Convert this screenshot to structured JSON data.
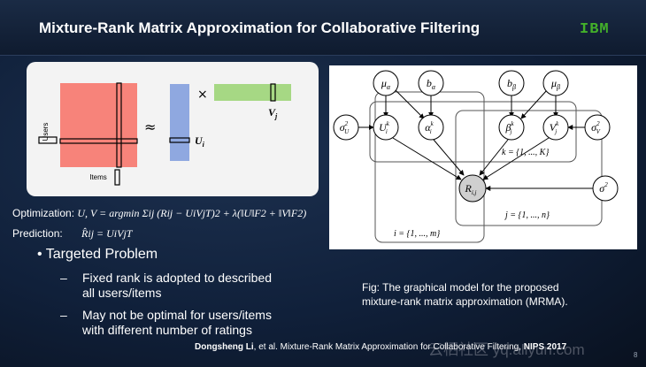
{
  "header": {
    "title": "Mixture-Rank Matrix Approximation for Collaborative Filtering",
    "logo": "IBM"
  },
  "diagram": {
    "users_label": "Users",
    "items_label": "Items",
    "approx_symbol": "≈",
    "times_symbol": "×",
    "ui_label": "U",
    "ui_sub": "i",
    "vj_label": "V",
    "vj_sub": "j",
    "colors": {
      "matrix": "#f7837a",
      "u": "#8fa8e0",
      "v": "#a6d884"
    }
  },
  "equations": {
    "optimization_label": "Optimization:",
    "optimization_formula": "U, V = argmin Σij (Rij − UiVjT)2 + λ(‖U‖F2 + ‖V‖F2)",
    "prediction_label": "Prediction:",
    "prediction_formula": "R̂ij = UiVjT"
  },
  "bullets": {
    "main": "Targeted Problem",
    "sub": [
      [
        "Fixed rank is adopted to described",
        "all users/items"
      ],
      [
        "May not be optimal for users/items",
        "with different number of ratings"
      ]
    ]
  },
  "graphical_model": {
    "nodes": {
      "mu_alpha": "μ",
      "mu_alpha_sub": "α",
      "b_alpha": "b",
      "b_alpha_sub": "α",
      "b_beta": "b",
      "b_beta_sub": "β",
      "mu_beta": "μ",
      "mu_beta_sub": "β",
      "sigma_u": "σ",
      "sigma_u_sub": "U",
      "sigma_u_sup": "2",
      "u_ik": "U",
      "u_ik_sub": "i",
      "u_ik_sup": "k",
      "alpha_ik": "α",
      "alpha_ik_sub": "i",
      "alpha_ik_sup": "k",
      "beta_jk": "β",
      "beta_jk_sub": "j",
      "beta_jk_sup": "k",
      "v_jk": "V",
      "v_jk_sub": "j",
      "v_jk_sup": "k",
      "sigma_v": "σ",
      "sigma_v_sub": "V",
      "sigma_v_sup": "2",
      "r_ij": "R",
      "r_ij_sub": "i,j",
      "sigma": "σ",
      "sigma_sup": "2"
    },
    "plates": {
      "k": "k = {1, ..., K}",
      "j": "j = {1, ..., n}",
      "i": "i = {1, ..., m}"
    }
  },
  "caption": {
    "line1": "Fig: The graphical model for the proposed",
    "line2": "mixture-rank matrix approximation (MRMA)."
  },
  "reference": {
    "author": "Dongsheng Li",
    "text": ", et al. Mixture-Rank Matrix Approximation for Collaborative Filtering, ",
    "venue": "NIPS 2017"
  },
  "watermark": "云栖社区 yq.aliyun.com",
  "page_number": "8"
}
